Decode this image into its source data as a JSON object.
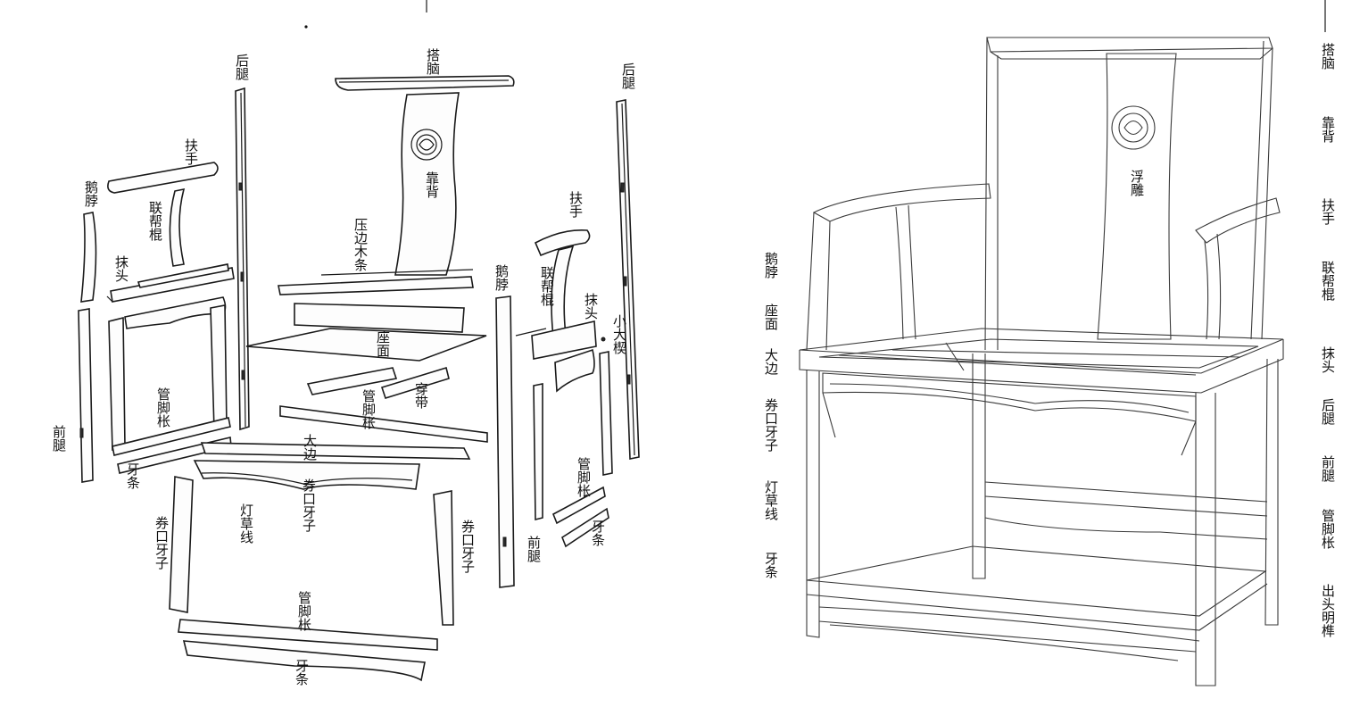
{
  "exploded_labels": [
    {
      "id": "houtui-left",
      "text": "后腿"
    },
    {
      "id": "danao",
      "text": "搭脑"
    },
    {
      "id": "houtui-right",
      "text": "后腿"
    },
    {
      "id": "fushou-left",
      "text": "扶手"
    },
    {
      "id": "eboi-left",
      "text": "鹅脖"
    },
    {
      "id": "lianbanggun-left",
      "text": "联帮棍"
    },
    {
      "id": "motou-left",
      "text": "抹头"
    },
    {
      "id": "kaobei",
      "text": "靠背"
    },
    {
      "id": "yabianmutiao",
      "text": "压边木条"
    },
    {
      "id": "fushou-right",
      "text": "扶手"
    },
    {
      "id": "eboi-right",
      "text": "鹅脖"
    },
    {
      "id": "lianbanggun-right",
      "text": "联帮棍"
    },
    {
      "id": "motou-right",
      "text": "抹头"
    },
    {
      "id": "xiaodaxie",
      "text": "小大楔"
    },
    {
      "id": "zuomian",
      "text": "座面"
    },
    {
      "id": "guanjiaozhang-left",
      "text": "管脚枨"
    },
    {
      "id": "guanjiaozhang-center",
      "text": "管脚枨"
    },
    {
      "id": "chuandai",
      "text": "穿带"
    },
    {
      "id": "qiantui-left",
      "text": "前腿"
    },
    {
      "id": "yatiao-left",
      "text": "牙条"
    },
    {
      "id": "dabian",
      "text": "大边"
    },
    {
      "id": "juankouyazi-center",
      "text": "券口牙子"
    },
    {
      "id": "dengcaoxian",
      "text": "灯草线"
    },
    {
      "id": "guanjiaozhang-right",
      "text": "管脚枨"
    },
    {
      "id": "juankouyazi-left",
      "text": "券口牙子"
    },
    {
      "id": "juankouyazi-right",
      "text": "券口牙子"
    },
    {
      "id": "qiantui-right",
      "text": "前腿"
    },
    {
      "id": "yatiao-right",
      "text": "牙条"
    },
    {
      "id": "guanjiaozhang-bottom",
      "text": "管脚枨"
    },
    {
      "id": "yatiao-bottom",
      "text": "牙条"
    }
  ],
  "assembled_left_labels": [
    "鹅脖",
    "座面",
    "大边",
    "券口牙子",
    "灯草线",
    "牙条"
  ],
  "carving_label": "浮雕",
  "assembled_right_labels": [
    "搭脑",
    "靠背",
    "扶手",
    "联帮棍",
    "抹头",
    "后腿",
    "前腿",
    "管脚枨",
    "出头明榫"
  ],
  "colors": {
    "ink": "#1a1a1a",
    "paper": "#ffffff"
  }
}
